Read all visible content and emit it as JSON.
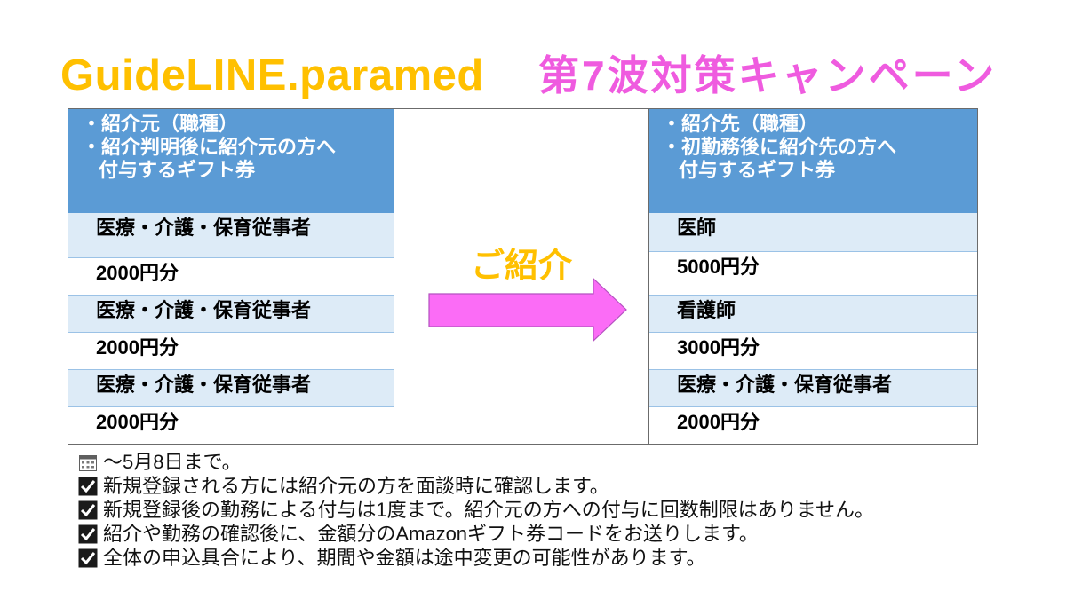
{
  "title": {
    "brand": "GuideLINE.paramed",
    "campaign": "第7波対策キャンペーン"
  },
  "referrer_table": {
    "header_lines": [
      "・紹介元（職種）",
      "・紹介判明後に紹介元の方へ",
      "付与するギフト券"
    ],
    "rows": [
      {
        "occupation": "医療・介護・保育従事者",
        "amount": "2000円分"
      },
      {
        "occupation": "医療・介護・保育従事者",
        "amount": "2000円分"
      },
      {
        "occupation": "医療・介護・保育従事者",
        "amount": "2000円分"
      }
    ]
  },
  "referral": {
    "label": "ご紹介",
    "icon": "right-arrow-icon"
  },
  "referee_table": {
    "header_lines": [
      "・紹介先（職種）",
      "・初勤務後に紹介先の方へ",
      "付与するギフト券"
    ],
    "rows": [
      {
        "occupation": "医師",
        "amount": "5000円分"
      },
      {
        "occupation": "看護師",
        "amount": "3000円分"
      },
      {
        "occupation": "医療・介護・保育従事者",
        "amount": "2000円分"
      }
    ]
  },
  "notes": [
    {
      "icon": "calendar-icon",
      "text": "～5月8日まで。"
    },
    {
      "icon": "checked-box-icon",
      "text": "新規登録される方には紹介元の方を面談時に確認します。"
    },
    {
      "icon": "checked-box-icon",
      "text": "新規登録後の勤務による付与は1度まで。紹介元の方への付与に回数制限はありません。"
    },
    {
      "icon": "checked-box-icon",
      "text": "紹介や勤務の確認後に、金額分のAmazonギフト券コードをお送りします。"
    },
    {
      "icon": "checked-box-icon",
      "text": "全体の申込具合により、期間や金額は途中変更の可能性があります。"
    }
  ],
  "colors": {
    "brand": "#FFC000",
    "campaign": "#EF5BDF",
    "header_fill": "#5B9BD5",
    "row_shade": "#DDEBF7",
    "arrow_fill": "#FB6CF6",
    "referral_label": "#FFC000"
  }
}
